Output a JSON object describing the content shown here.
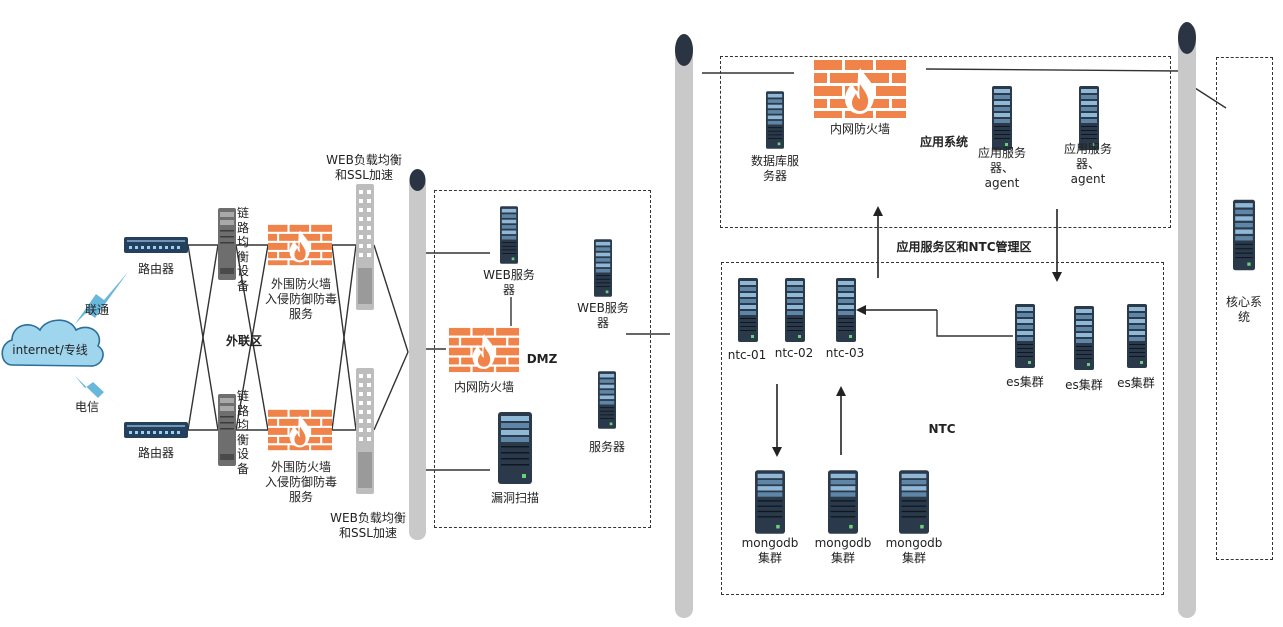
{
  "internet": {
    "label": "internet/专线"
  },
  "links": {
    "unicom": "联通",
    "telecom": "电信"
  },
  "routers": {
    "top": "路由器",
    "bottom": "路由器"
  },
  "link_balancer": {
    "top_lines": [
      "链",
      "路",
      "均",
      "衡",
      "设",
      "备"
    ],
    "bottom_lines": [
      "链",
      "路",
      "均",
      "衡",
      "设",
      "备"
    ]
  },
  "outer_firewall": {
    "top_lines": [
      "外围防火墙",
      "入侵防御防毒",
      "服务"
    ],
    "bottom_lines": [
      "外围防火墙",
      "入侵防御防毒",
      "服务"
    ]
  },
  "web_lb": {
    "top_lines": [
      "WEB负载均衡",
      "和SSL加速"
    ],
    "bottom_lines": [
      "WEB负载均衡",
      "和SSL加速"
    ]
  },
  "zones": {
    "outer": "外联区",
    "dmz": "DMZ",
    "app_system": "应用系统",
    "ntc_mgmt": "应用服务区和NTC管理区",
    "ntc": "NTC"
  },
  "dmz": {
    "web_server_1_lines": [
      "WEB服务",
      "器"
    ],
    "web_server_2_lines": [
      "WEB服务",
      "器"
    ],
    "inner_firewall": "内网防火墙",
    "server": "服务器",
    "vuln_scan": "漏洞扫描"
  },
  "app": {
    "inner_firewall": "内网防火墙",
    "db_server_lines": [
      "数据库服",
      "务器"
    ],
    "agent_1_lines": [
      "应用服务",
      "器、",
      "agent"
    ],
    "agent_2_lines": [
      "应用服务",
      "器、",
      "agent"
    ]
  },
  "ntc_nodes": [
    "ntc-01",
    "ntc-02",
    "ntc-03"
  ],
  "es_nodes": [
    "es集群",
    "es集群",
    "es集群"
  ],
  "mongodb_nodes": [
    [
      "mongodb",
      "集群"
    ],
    [
      "mongodb",
      "集群"
    ],
    [
      "mongodb",
      "集群"
    ]
  ],
  "core": {
    "label_lines": [
      "核心系",
      "统"
    ]
  },
  "colors": {
    "firewall": "#f0834a",
    "server": "#2b3a4a",
    "router": "#24405c",
    "bus": "#c9c9c9",
    "bolt": "#6ab7dc",
    "cloud": "#9fd6ee"
  }
}
